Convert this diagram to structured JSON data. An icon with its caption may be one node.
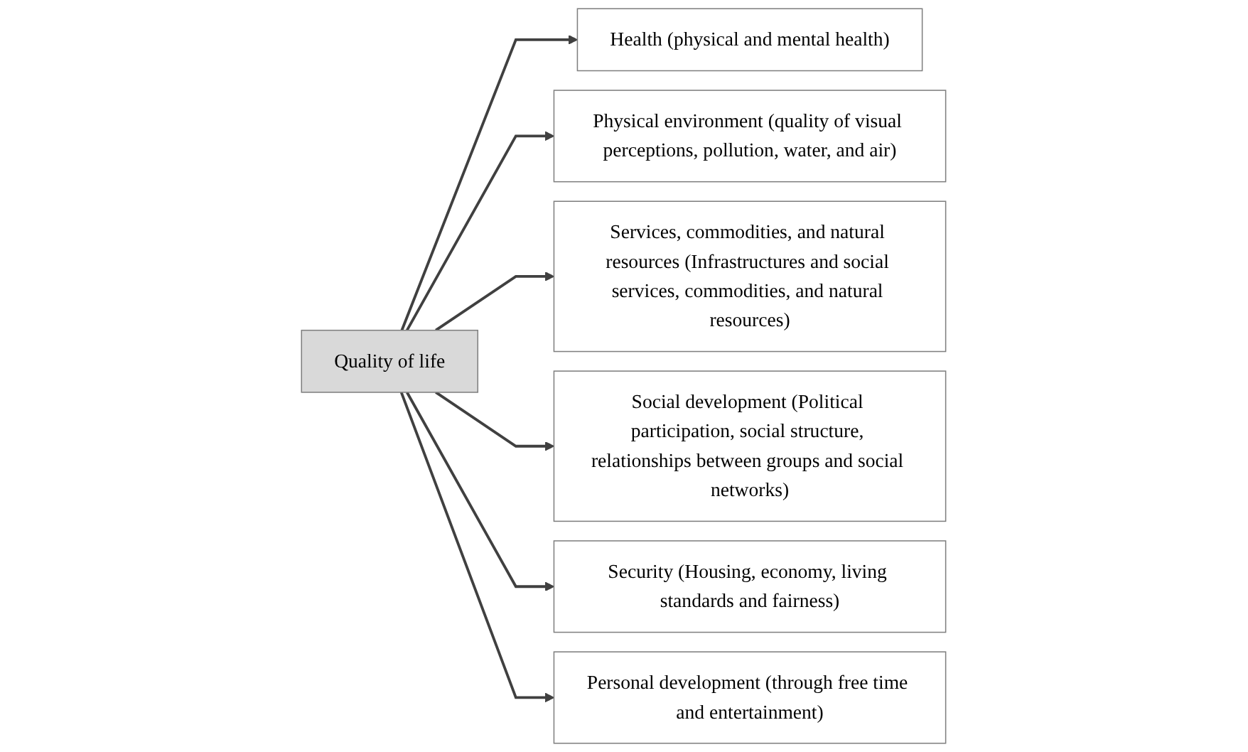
{
  "diagram": {
    "nodes": [
      {
        "text": [
          "Quality of life"
        ]
      },
      {
        "text": [
          "Health (physical and mental health)"
        ]
      },
      {
        "text": [
          "Physical environment (quality of visual perceptions, pollution, water, and air)"
        ]
      },
      {
        "text": [
          "Services, commodities, and natural resources (Infrastructures and social services, commodities, and natural resources)"
        ]
      },
      {
        "text": [
          "Social development (Political participation, social structure, relationships between groups and social networks)"
        ]
      },
      {
        "text": [
          "Security (Housing, economy, living standards and fairness)"
        ]
      },
      {
        "text": [
          "Personal development (through free time and entertainment)"
        ]
      }
    ],
    "edges": [
      {
        "from": 0,
        "to": 1,
        "arrow": "to"
      },
      {
        "from": 0,
        "to": 2,
        "arrow": "to"
      },
      {
        "from": 0,
        "to": 3,
        "arrow": "to"
      },
      {
        "from": 0,
        "to": 4,
        "arrow": "to"
      },
      {
        "from": 0,
        "to": 5,
        "arrow": "to"
      },
      {
        "from": 0,
        "to": 6,
        "arrow": "to"
      }
    ]
  }
}
